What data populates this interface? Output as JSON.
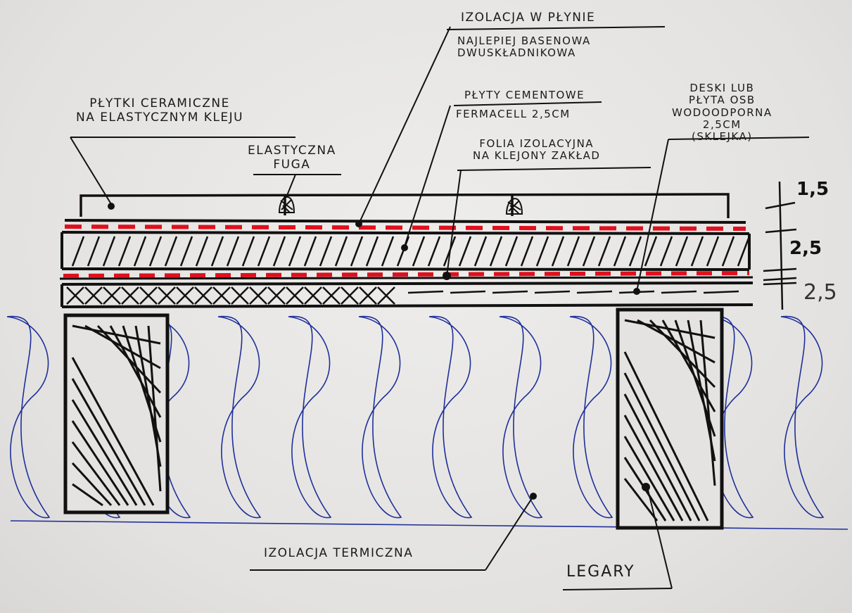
{
  "labels": {
    "plytki": "PŁYTKI CERAMICZNE\nNA ELASTYCZNYM KLEJU",
    "fuga": "ELASTYCZNA\nFUGA",
    "izolacja_w_plynie": "IZOLACJA W PŁYNIE",
    "izolacja_note": "NAJLEPIEJ BASENOWA\nDWUSKŁADNIKOWA",
    "cementowe": "PŁYTY CEMENTOWE",
    "fermacell": "FERMACELL 2,5CM",
    "folia": "FOLIA IZOLACYJNA\nNA KLEJONY ZAKŁAD",
    "deski": "DESKI LUB\nPŁYTA OSB\nWODOODPORNA\n2,5CM\n(SKLEJKA)",
    "termiczna": "IZOLACJA TERMICZNA",
    "legary": "LEGARY"
  },
  "dimensions": {
    "d1": "1,5",
    "d2": "2,5",
    "d3": "2,5"
  },
  "colors": {
    "ink": "#111111",
    "membrane": "#e0101e",
    "insulation": "#1f2f9a"
  }
}
